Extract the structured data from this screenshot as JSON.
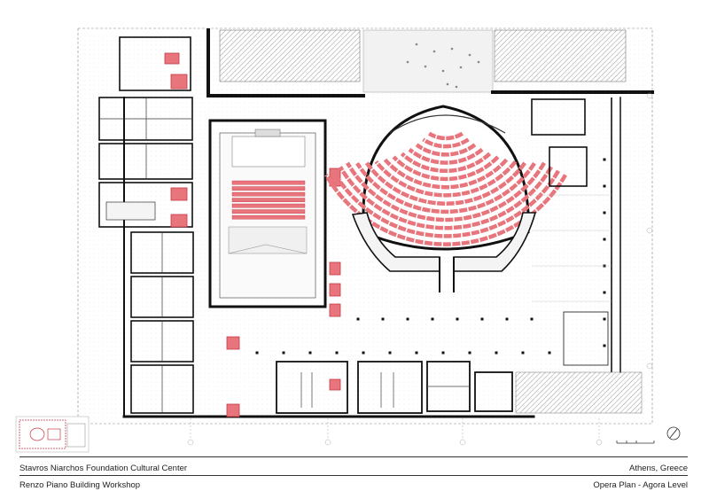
{
  "caption": {
    "project": "Stavros Niarchos Foundation Cultural Center",
    "location": "Athens, Greece",
    "architect": "Renzo Piano Building Workshop",
    "drawing": "Opera Plan - Agora Level"
  },
  "colors": {
    "wall": "#111111",
    "accent": "#e8747c",
    "accent_stroke": "#c43a45",
    "line": "#777777",
    "hatch": "#9a9a9a"
  },
  "theatre": {
    "main_hall_rows": 14,
    "studio_rows": 7
  }
}
